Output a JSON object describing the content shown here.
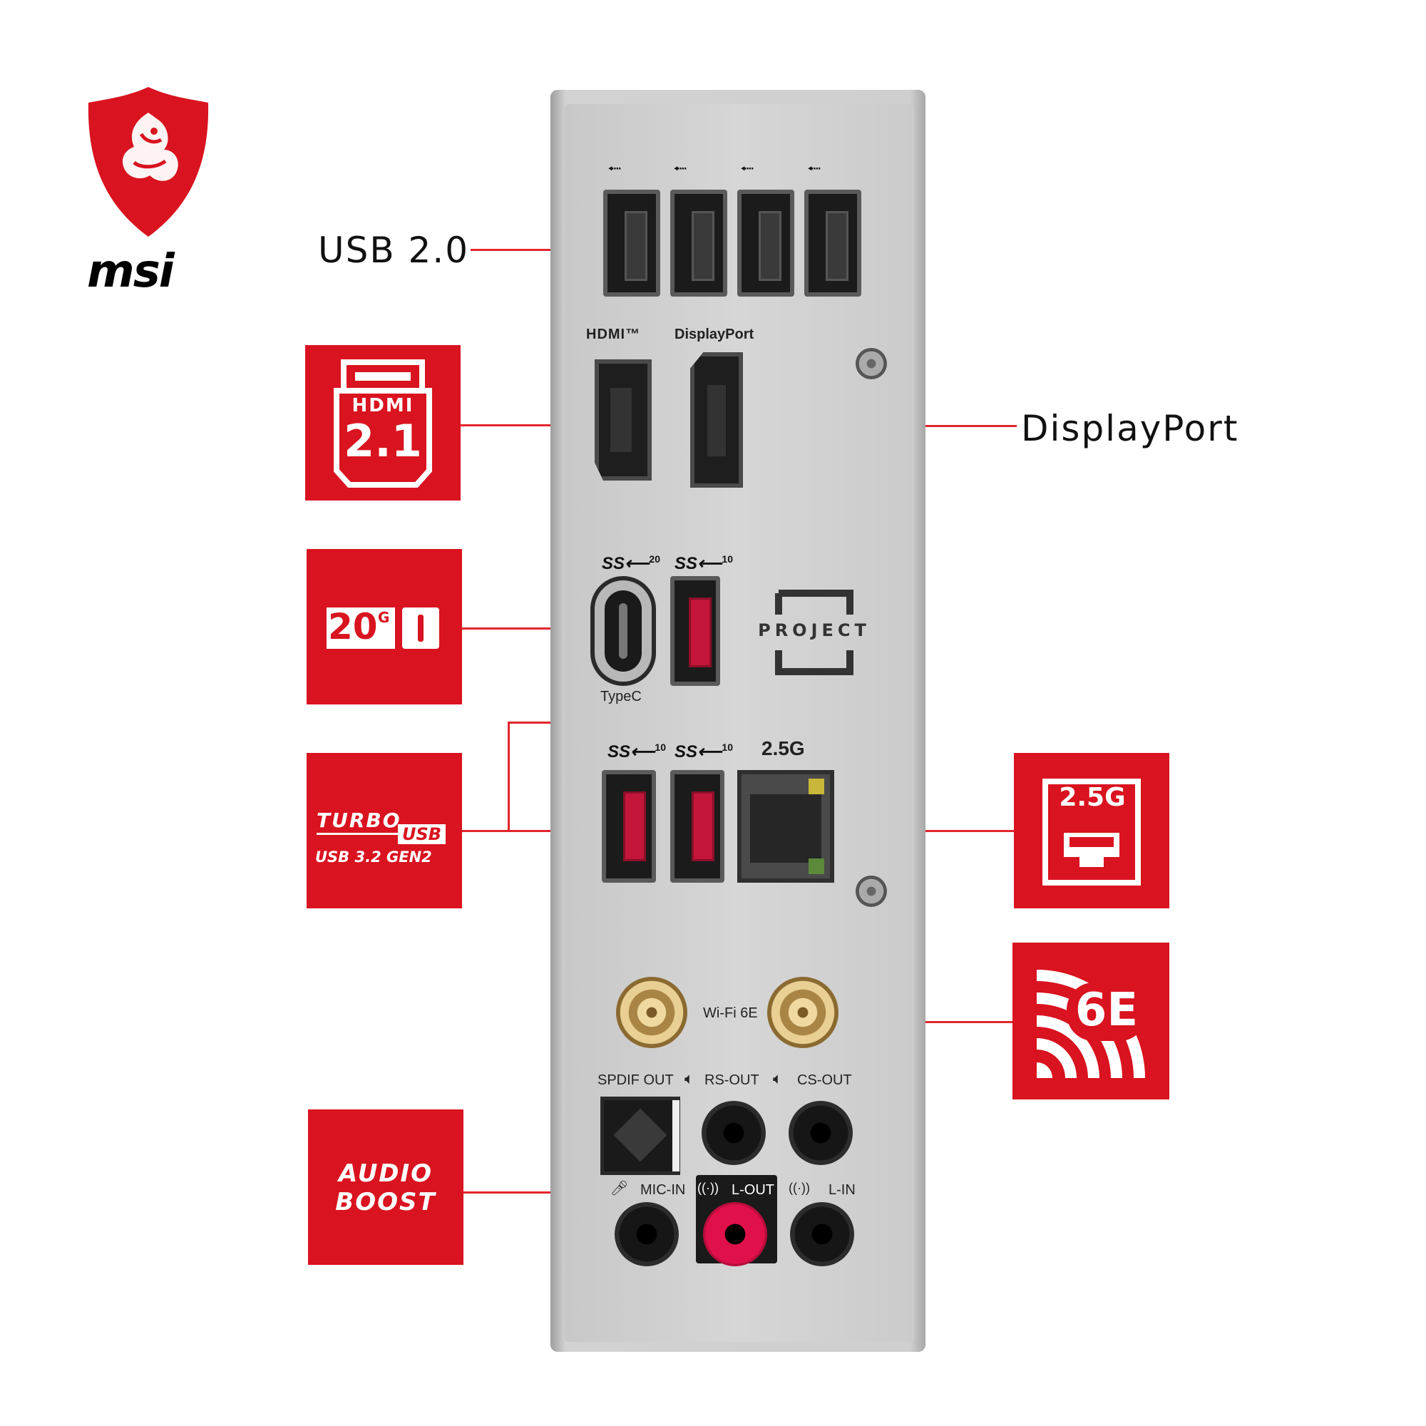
{
  "brand": {
    "logo_text": "msi",
    "logo_color": "#d9131f"
  },
  "callouts": {
    "usb20": "USB 2.0",
    "displayport": "DisplayPort"
  },
  "badges": {
    "hdmi_top": "HDMI",
    "hdmi_version": "2.1",
    "typec_speed": "20",
    "typec_unit": "G",
    "turbo_usb_line1": "TURBO",
    "turbo_usb_line2": "USB",
    "turbo_usb_line3": "USB 3.2 GEN2",
    "lan_speed": "2.5G",
    "wifi_gen": "6E",
    "audio_line1": "AUDIO",
    "audio_line2": "BOOST"
  },
  "panel": {
    "hdmi_label": "HDMI™",
    "dp_label": "DisplayPort",
    "ss20": "20",
    "ss10": "10",
    "typec_label": "TypeC",
    "project_label": "PROJECT",
    "lan_label": "2.5G",
    "wifi_label": "Wi-Fi 6E",
    "spdif_label": "SPDIF OUT",
    "rs_out_label": "RS-OUT",
    "cs_out_label": "CS-OUT",
    "mic_in_label": "MIC-IN",
    "l_out_label": "L-OUT",
    "l_in_label": "L-IN"
  },
  "colors": {
    "accent_red": "#d9131f",
    "leader_red": "#e2262d",
    "usb_red": "#c4163a"
  },
  "icons": [
    "msi-dragon-shield-icon",
    "usb-icon",
    "superspeed-usb-icon",
    "speaker-icon",
    "microphone-icon",
    "audio-wave-icon",
    "hdmi-connector-icon",
    "ethernet-port-icon",
    "wifi-signal-icon"
  ]
}
